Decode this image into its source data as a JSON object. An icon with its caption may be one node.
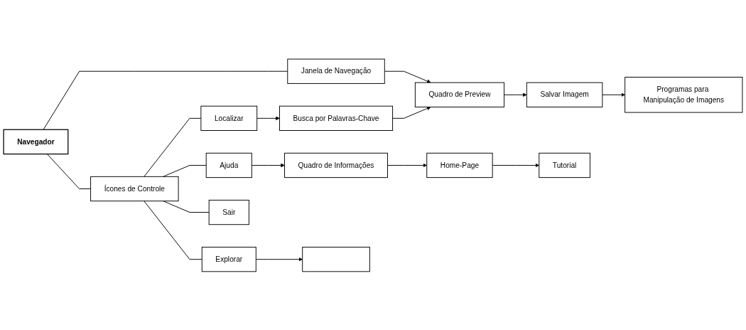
{
  "diagram": {
    "nodes": [
      {
        "text": [
          "Navegador"
        ]
      },
      {
        "text": [
          "Ícones de Controle"
        ]
      },
      {
        "text": [
          "Janela de Navegação"
        ]
      },
      {
        "text": [
          "Localizar"
        ]
      },
      {
        "text": [
          "Busca por Palavras-Chave"
        ]
      },
      {
        "text": [
          "Quadro de Preview"
        ]
      },
      {
        "text": [
          "Salvar Imagem"
        ]
      },
      {
        "text": [
          "Ajuda"
        ]
      },
      {
        "text": [
          "Quadro de Informações"
        ]
      },
      {
        "text": [
          "Home-Page"
        ]
      },
      {
        "text": [
          "Explorar"
        ]
      },
      {
        "text": [],
        "shape": "box"
      },
      {
        "text": [
          "Tutorial"
        ]
      },
      {
        "text": [
          "Sair"
        ]
      },
      {
        "text": [
          "Programas para Manipulação de Imagens"
        ]
      }
    ],
    "edges": [
      {
        "from": 0,
        "to": 1,
        "arrow": "none"
      },
      {
        "from": 0,
        "to": 2,
        "arrow": "none"
      },
      {
        "from": 2,
        "to": 5,
        "arrow": "to"
      },
      {
        "from": 1,
        "to": 3,
        "arrow": "none"
      },
      {
        "from": 1,
        "to": 7,
        "arrow": "none"
      },
      {
        "from": 1,
        "to": 10,
        "arrow": "none"
      },
      {
        "from": 1,
        "to": 13,
        "arrow": "none"
      },
      {
        "from": 3,
        "to": 4,
        "arrow": "to"
      },
      {
        "from": 4,
        "to": 5,
        "arrow": "to"
      },
      {
        "from": 5,
        "to": 6,
        "arrow": "to"
      },
      {
        "from": 6,
        "to": 14,
        "arrow": "to"
      },
      {
        "from": 7,
        "to": 8,
        "arrow": "to"
      },
      {
        "from": 8,
        "to": 9,
        "arrow": "to"
      },
      {
        "from": 9,
        "to": 12,
        "arrow": "to"
      },
      {
        "from": 10,
        "to": 11,
        "arrow": "to"
      }
    ]
  }
}
